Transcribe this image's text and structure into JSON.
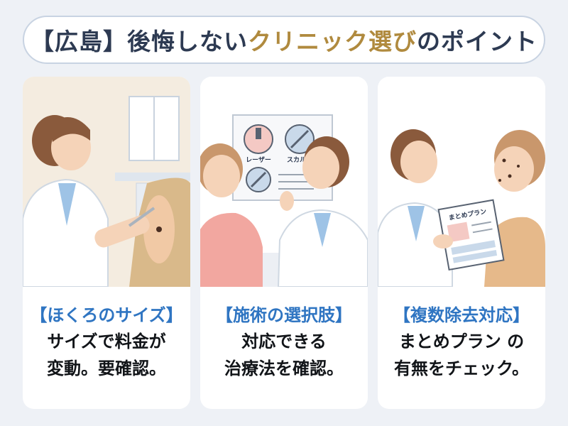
{
  "title": {
    "part1": "【広島】後悔しない",
    "part2": "クリニック選び",
    "part3": "のポイント"
  },
  "colors": {
    "accent_blue": "#2f75c2",
    "gold": "#b08a3e",
    "title_dark": "#2d3a52"
  },
  "cards": [
    {
      "heading": "【ほくろのサイズ】",
      "line1": "サイズで料金が",
      "line2": "変動。要確認。"
    },
    {
      "heading": "【施術の選択肢】",
      "line1": "対応できる",
      "line2": "治療法を確認。",
      "poster": {
        "laser": "レーザー",
        "scalpel": "スカルル"
      }
    },
    {
      "heading": "【複数除去対応】",
      "line1": "まとめプラン の",
      "line2": "有無をチェック。",
      "brochure": "まとめプラン"
    }
  ]
}
